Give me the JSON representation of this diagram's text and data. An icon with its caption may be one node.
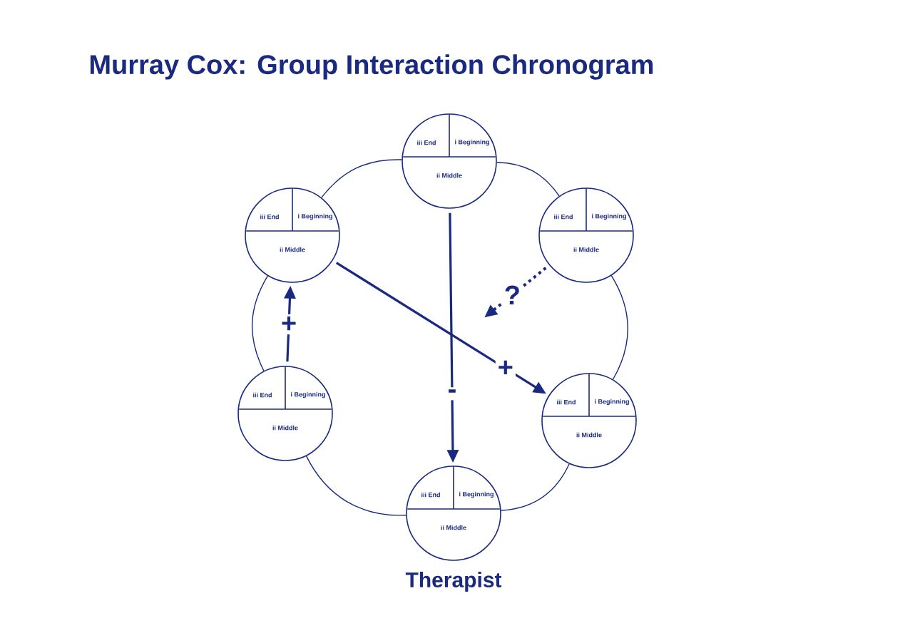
{
  "diagram": {
    "title": "Murray Cox: Group Interaction Chronogram",
    "nodes": [
      {
        "text": [
          "iii End",
          "i Beginning",
          "ii Middle"
        ]
      },
      {
        "text": [
          "iii End",
          "i Beginning",
          "ii Middle"
        ]
      },
      {
        "text": [
          "iii End",
          "i Beginning",
          "ii Middle"
        ]
      },
      {
        "text": [
          "iii End",
          "i Beginning",
          "ii Middle"
        ]
      },
      {
        "text": [
          "iii End",
          "i Beginning",
          "ii Middle"
        ]
      },
      {
        "text": [
          "iii End",
          "i Beginning",
          "ii Middle"
        ],
        "beside": [
          "Therapist"
        ]
      }
    ],
    "edges": [
      {
        "from": 0,
        "to": 5,
        "arrow": "to",
        "label": "-"
      },
      {
        "from": 1,
        "to": 4,
        "arrow": "to",
        "label": "+"
      },
      {
        "from": 3,
        "to": 1,
        "arrow": "to",
        "label": "+"
      },
      {
        "from": 2,
        "to": null,
        "arrow": "to",
        "label": "?",
        "style": "dashed"
      },
      {
        "from": 0,
        "to": 2,
        "arrow": "none"
      },
      {
        "from": 2,
        "to": 4,
        "arrow": "none"
      },
      {
        "from": 4,
        "to": 5,
        "arrow": "none"
      },
      {
        "from": 5,
        "to": 3,
        "arrow": "none"
      },
      {
        "from": 3,
        "to": 1,
        "arrow": "none"
      },
      {
        "from": 1,
        "to": 0,
        "arrow": "none"
      }
    ]
  }
}
